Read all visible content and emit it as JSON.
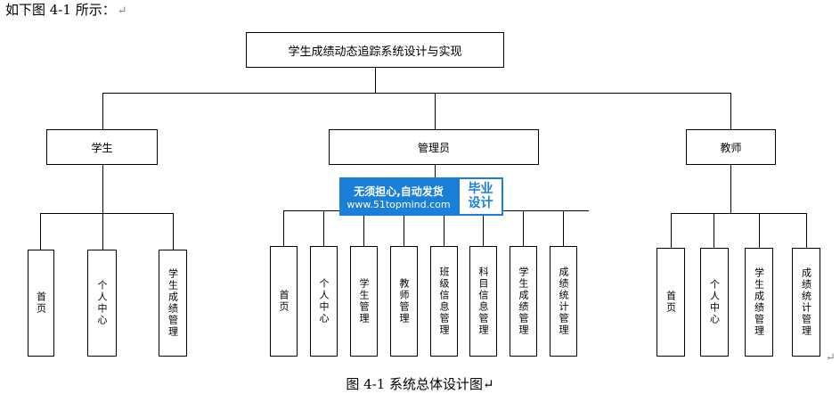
{
  "intro": "如下图 4-1 所示：",
  "return_mark": "↵",
  "root": "学生成绩动态追踪系统设计与实现",
  "roles": {
    "student": {
      "label": "学生",
      "modules": [
        "首页",
        "个人中心",
        "学生成绩管理"
      ]
    },
    "admin": {
      "label": "管理员",
      "modules": [
        "首页",
        "个人中心",
        "学生管理",
        "教师管理",
        "班级信息管理",
        "科目信息管理",
        "学生成绩管理",
        "成绩统计管理"
      ]
    },
    "teacher": {
      "label": "教师",
      "modules": [
        "首页",
        "个人中心",
        "学生成绩管理",
        "成绩统计管理"
      ]
    }
  },
  "caption": "图 4-1 系统总体设计图↵",
  "watermark": {
    "line1": "无须担心,自动发货",
    "line2": "www.51topmind.com",
    "badge1": "毕业",
    "badge2": "设计"
  }
}
